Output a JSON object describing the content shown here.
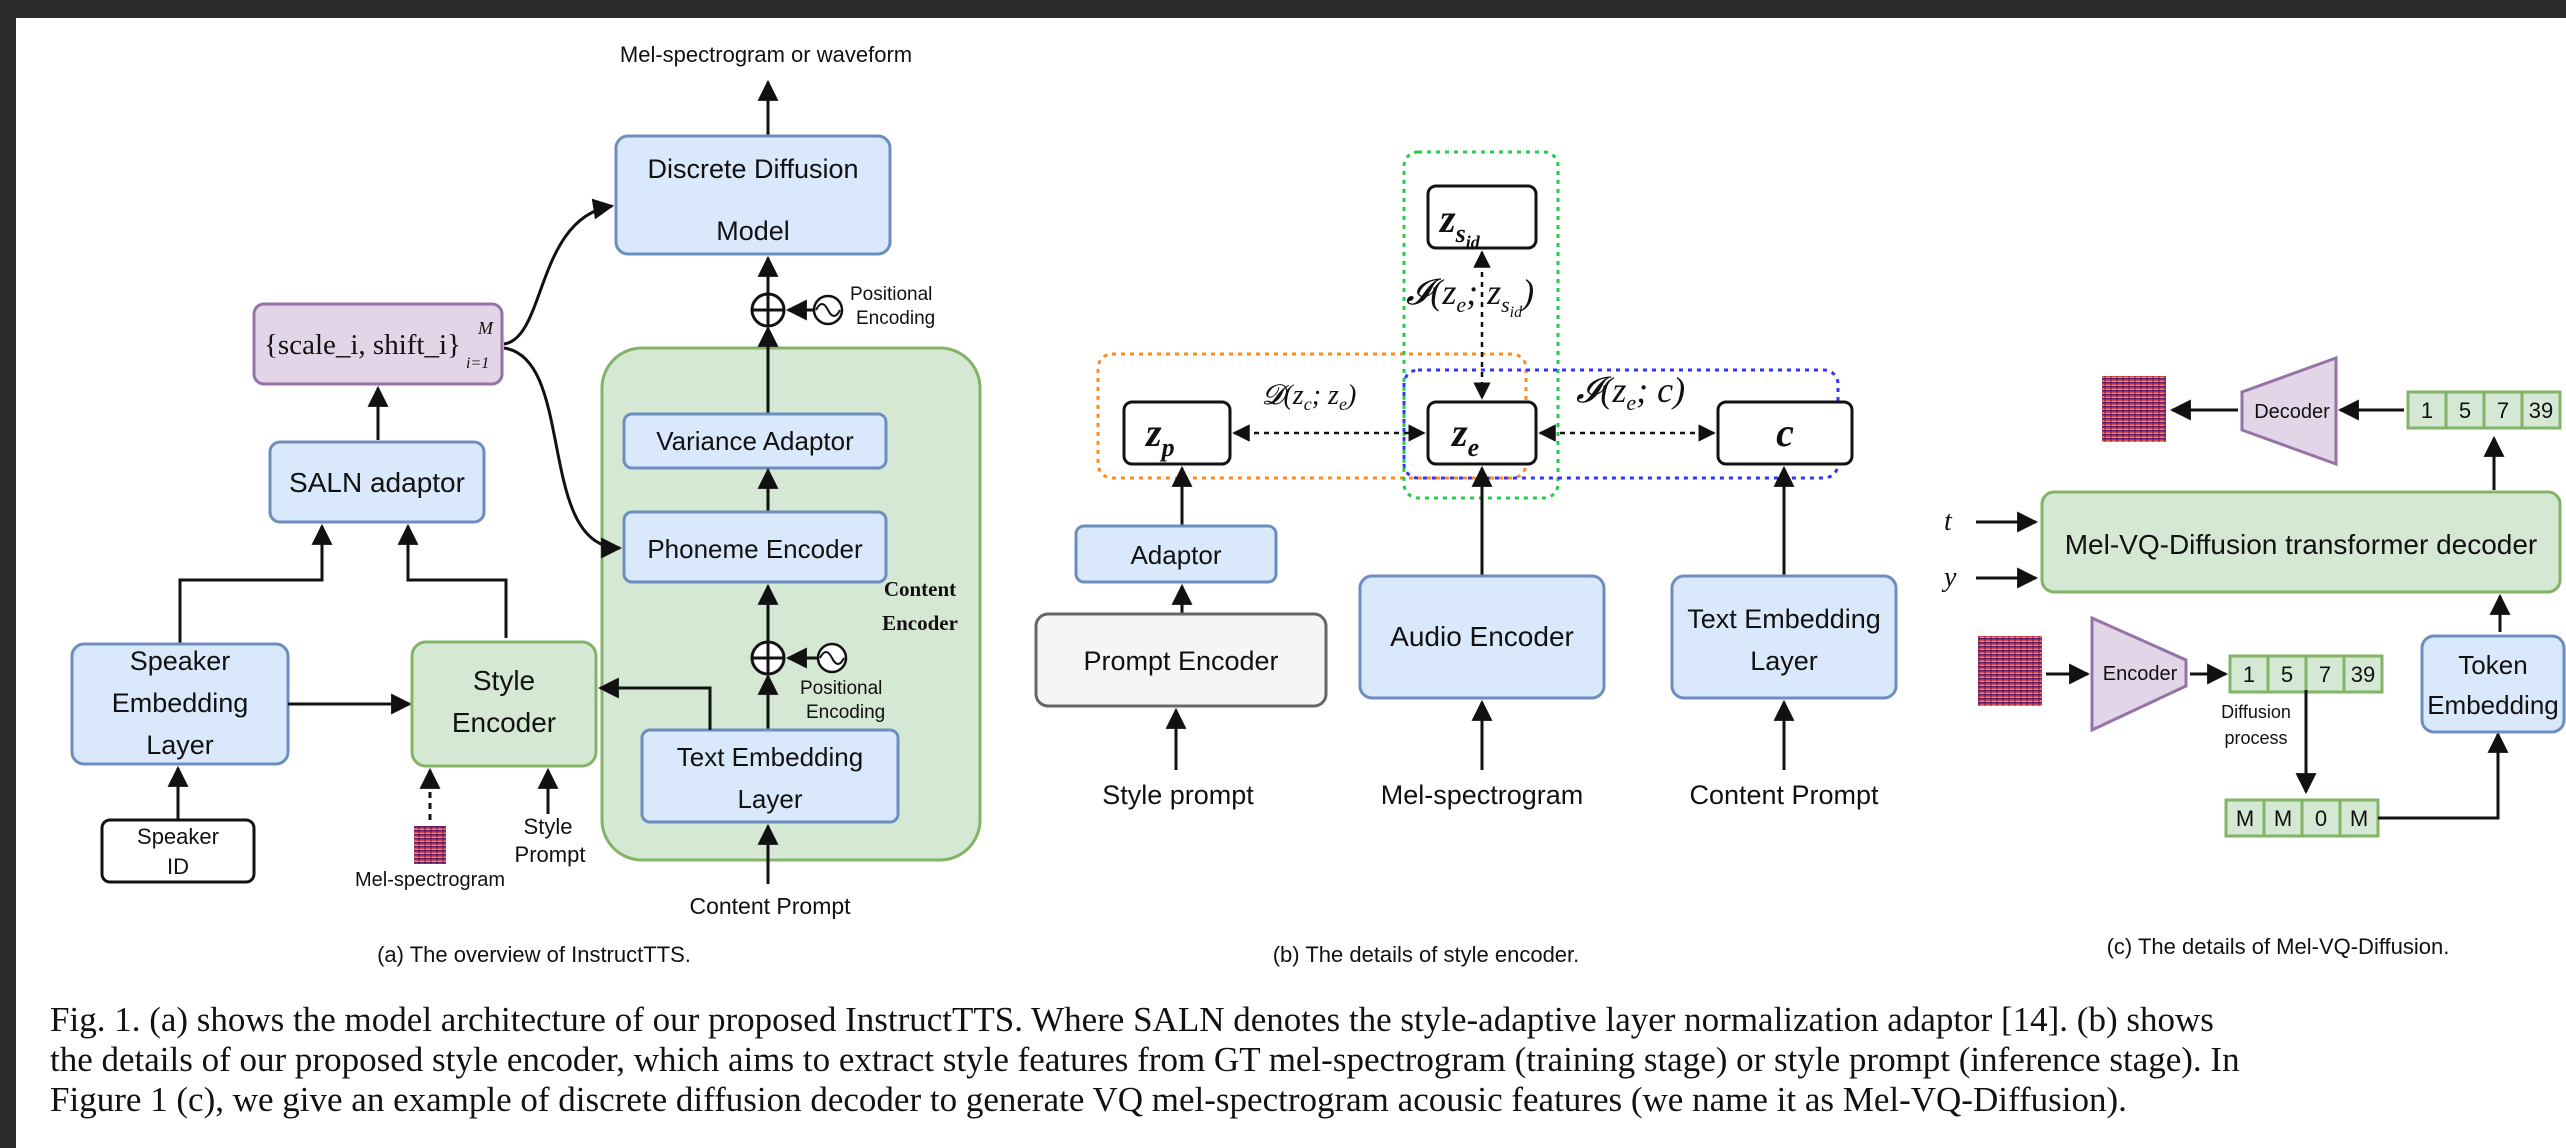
{
  "panel_a": {
    "output_label": "Mel-spectrogram or waveform",
    "discrete_diffusion_line1": "Discrete Diffusion",
    "discrete_diffusion_line2": "Model",
    "pos_enc_top_line1": "Positional",
    "pos_enc_top_line2": "Encoding",
    "scale_shift": "{scale_i, shift_i}",
    "scale_shift_sup": "M",
    "scale_shift_sub": "i=1",
    "variance_adaptor": "Variance Adaptor",
    "phoneme_encoder": "Phoneme Encoder",
    "content_encoder_line1": "Content",
    "content_encoder_line2": "Encoder",
    "salN_adaptor": "SALN adaptor",
    "speaker_emb_line1": "Speaker",
    "speaker_emb_line2": "Embedding",
    "speaker_emb_line3": "Layer",
    "style_encoder_line1": "Style",
    "style_encoder_line2": "Encoder",
    "pos_enc_bottom_line1": "Positional",
    "pos_enc_bottom_line2": "Encoding",
    "text_emb_line1": "Text Embedding",
    "text_emb_line2": "Layer",
    "speaker_id_line1": "Speaker",
    "speaker_id_line2": "ID",
    "mel_label": "Mel-spectrogram",
    "style_prompt_line1": "Style",
    "style_prompt_line2": "Prompt",
    "content_prompt": "Content Prompt",
    "subcaption": "(a) The overview of InstructTTS."
  },
  "panel_b": {
    "z_sid": "z",
    "z_sid_sub": "s",
    "z_sid_subsub": "id",
    "mi_sid": "𝓘(z",
    "d_label": "𝓓(z",
    "z_p": "z",
    "z_p_sub": "p",
    "z_e": "z",
    "z_e_sub": "e",
    "c": "c",
    "mi_c": "𝓘(z",
    "adaptor": "Adaptor",
    "prompt_encoder": "Prompt Encoder",
    "audio_encoder": "Audio Encoder",
    "text_emb_line1": "Text Embedding",
    "text_emb_line2": "Layer",
    "style_prompt": "Style prompt",
    "mel": "Mel-spectrogram",
    "content_prompt": "Content Prompt",
    "subcaption": "(b) The details of style encoder."
  },
  "panel_c": {
    "decoder": "Decoder",
    "tokens_top": [
      "1",
      "5",
      "7",
      "39"
    ],
    "t_label": "t",
    "y_label": "y",
    "transformer": "Mel-VQ-Diffusion transformer decoder",
    "encoder": "Encoder",
    "tokens_mid": [
      "1",
      "5",
      "7",
      "39"
    ],
    "diffusion_line1": "Diffusion",
    "diffusion_line2": "process",
    "token_emb_line1": "Token",
    "token_emb_line2": "Embedding",
    "tokens_masked": [
      "M",
      "M",
      "0",
      "M"
    ],
    "subcaption": "(c) The details of Mel-VQ-Diffusion."
  },
  "caption": {
    "line1": "Fig. 1.  (a) shows the model architecture of our proposed InstructTTS. Where SALN denotes the style-adaptive layer normalization adaptor [14]. (b) shows",
    "line2": "the details of our proposed style encoder, which aims to extract style features from GT mel-spectrogram (training stage) or style prompt (inference stage). In",
    "line3": "Figure 1 (c), we give an example of discrete diffusion decoder to generate VQ mel-spectrogram acousic features (we name it as Mel-VQ-Diffusion)."
  },
  "colors": {
    "blue_fill": "#dae8fc",
    "blue_stroke": "#6c8ebf",
    "green_fill": "#d5e8d4",
    "green_stroke": "#82b366",
    "purple_fill": "#e1d5e7",
    "purple_stroke": "#9673a6",
    "gray_fill": "#f5f5f5",
    "gray_stroke": "#666666",
    "orange_dash": "#ff8c1a",
    "green_dash": "#22cc44",
    "blue_dash": "#3333ff"
  }
}
